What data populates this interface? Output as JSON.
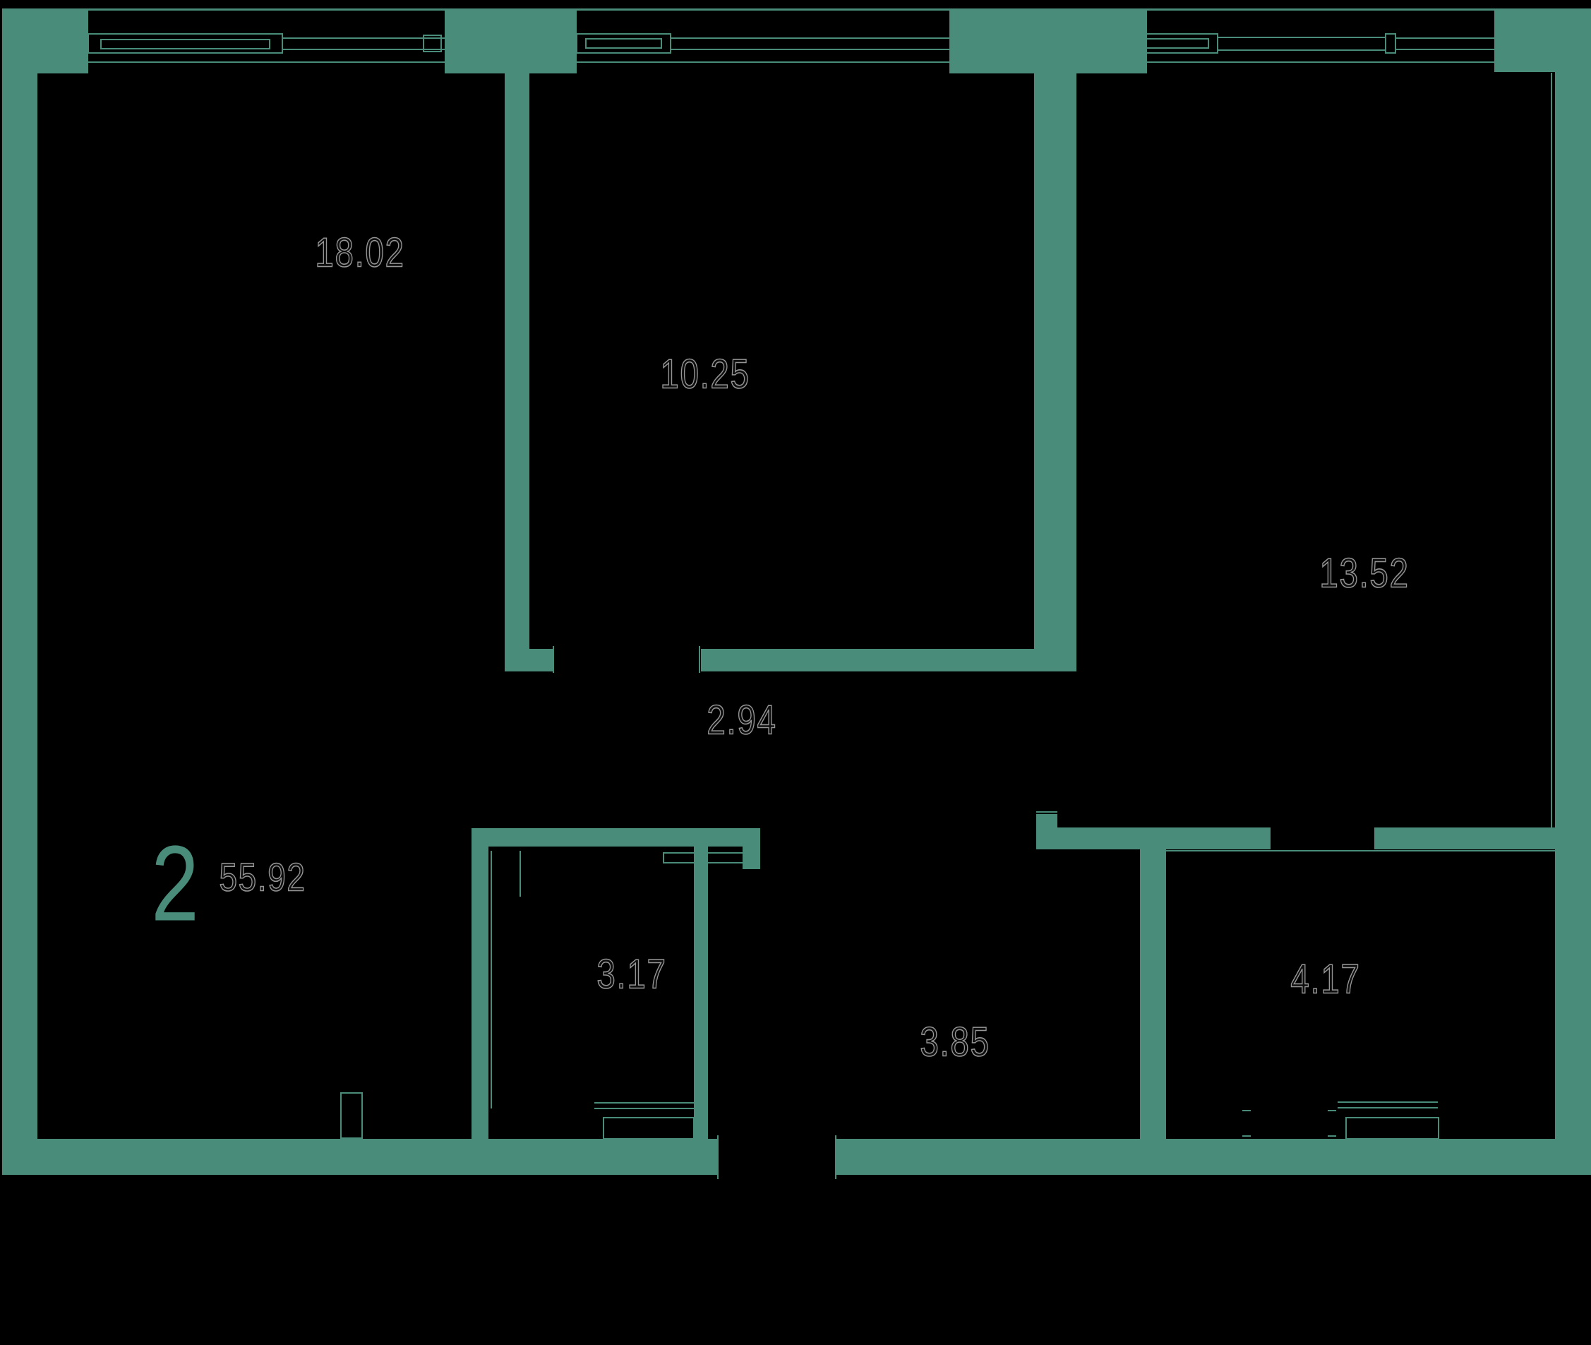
{
  "plan": {
    "apartment_rooms_count": "2",
    "total_area": "55.92",
    "rooms": [
      {
        "id": "living-room",
        "area": "18.02"
      },
      {
        "id": "bedroom",
        "area": "10.25"
      },
      {
        "id": "bedroom-2",
        "area": "13.52"
      },
      {
        "id": "hallway",
        "area": "2.94"
      },
      {
        "id": "bathroom",
        "area": "3.17"
      },
      {
        "id": "corridor",
        "area": "3.85"
      },
      {
        "id": "bathroom-2",
        "area": "4.17"
      }
    ]
  },
  "colors": {
    "wall": "#4a8c7a",
    "background": "#000000",
    "label_outline": "#969696"
  }
}
